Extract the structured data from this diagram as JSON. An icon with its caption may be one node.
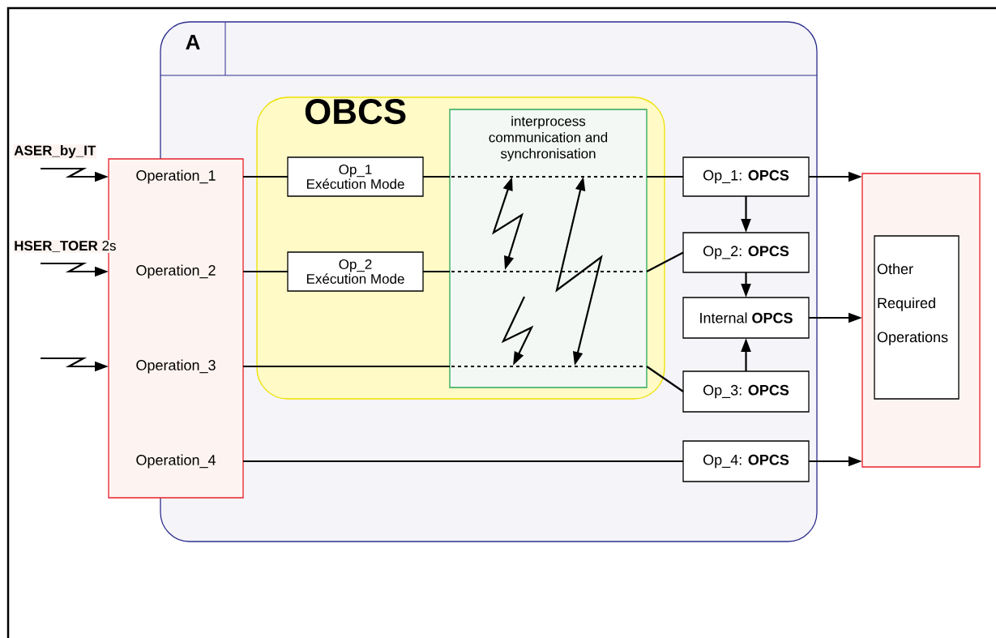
{
  "diagram": {
    "nodes": [
      {
        "text": [
          "A"
        ]
      },
      {
        "text": [
          "OBCS"
        ],
        "in": 0
      },
      {
        "text": [
          "interprocess communication and synchronisation"
        ],
        "in": 1
      },
      {
        "text": [],
        "shape": "box"
      },
      {
        "text": [
          "Operation_1"
        ],
        "in": 3
      },
      {
        "text": [
          "Operation_2"
        ],
        "in": 3
      },
      {
        "text": [
          "Operation_3"
        ],
        "in": 3
      },
      {
        "text": [
          "Operation_4"
        ],
        "in": 3
      },
      {
        "text": [
          "Op_1",
          "Exécution Mode"
        ],
        "in": 1
      },
      {
        "text": [
          "Op_2",
          "Exécution Mode"
        ],
        "in": 1
      },
      {
        "text": [
          "Op_1: **OPCS**"
        ],
        "in": 0
      },
      {
        "text": [
          "Op_2: **OPCS**"
        ],
        "in": 0
      },
      {
        "text": [
          "Internal **OPCS**"
        ],
        "in": 0
      },
      {
        "text": [
          "Op_3: **OPCS**"
        ],
        "in": 0
      },
      {
        "text": [
          "Op_4: **OPCS**"
        ],
        "in": 0
      },
      {
        "text": [],
        "shape": "box"
      },
      {
        "text": [
          "Other Required Operations"
        ],
        "in": 15
      }
    ],
    "edges": [
      {
        "from": null,
        "to": 4,
        "arrow": "to"
      },
      {
        "from": null,
        "to": 5,
        "arrow": "to"
      },
      {
        "from": null,
        "to": 6,
        "arrow": "to"
      },
      {
        "from": 4,
        "to": 8,
        "arrow": "none"
      },
      {
        "from": 8,
        "to": 2,
        "arrow": "none"
      },
      {
        "from": 2,
        "to": 10,
        "arrow": "none"
      },
      {
        "from": 5,
        "to": 9,
        "arrow": "none"
      },
      {
        "from": 9,
        "to": 2,
        "arrow": "none"
      },
      {
        "from": 2,
        "to": 11,
        "arrow": "none"
      },
      {
        "from": 6,
        "to": 2,
        "arrow": "none"
      },
      {
        "from": 2,
        "to": 13,
        "arrow": "none"
      },
      {
        "from": 7,
        "to": 14,
        "arrow": "none"
      },
      {
        "from": 10,
        "to": 11,
        "arrow": "to"
      },
      {
        "from": 11,
        "to": 12,
        "arrow": "to"
      },
      {
        "from": 13,
        "to": 12,
        "arrow": "to"
      },
      {
        "from": 10,
        "to": 15,
        "arrow": "to"
      },
      {
        "from": 12,
        "to": 15,
        "arrow": "to"
      },
      {
        "from": 14,
        "to": 15,
        "arrow": "to"
      }
    ],
    "labels": [
      "ASER_by_IT",
      "**HSER_TOER** 2s"
    ]
  }
}
